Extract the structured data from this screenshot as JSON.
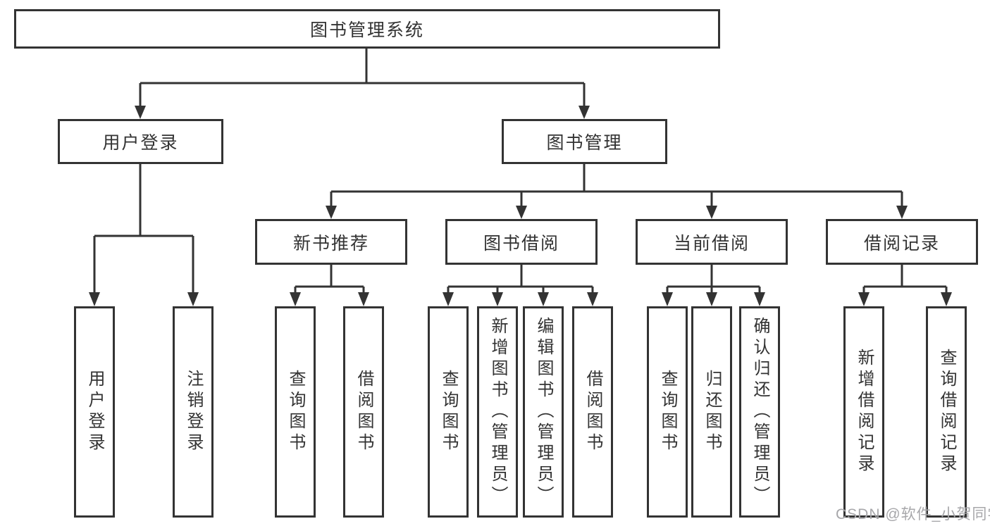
{
  "nodes": {
    "system": {
      "label": "图书管理系统"
    },
    "user_login": {
      "label": "用户登录"
    },
    "book_mgmt": {
      "label": "图书管理"
    },
    "new_book_rec": {
      "label": "新书推荐"
    },
    "book_borrow": {
      "label": "图书借阅"
    },
    "current_borrow": {
      "label": "当前借阅"
    },
    "borrow_records": {
      "label": "借阅记录"
    },
    "leaf_user_login": {
      "label": "用户登录"
    },
    "leaf_logout": {
      "label": "注销登录"
    },
    "leaf_rec_query_book": {
      "label": "查询图书"
    },
    "leaf_rec_borrow_book": {
      "label": "借阅图书"
    },
    "leaf_bb_query_book": {
      "label": "查询图书"
    },
    "leaf_bb_add_book": {
      "label": "新增图书（管理员）"
    },
    "leaf_bb_edit_book": {
      "label": "编辑图书（管理员）"
    },
    "leaf_bb_borrow_book": {
      "label": "借阅图书"
    },
    "leaf_cb_query_book": {
      "label": "查询图书"
    },
    "leaf_cb_return_book": {
      "label": "归还图书"
    },
    "leaf_cb_confirm_return": {
      "label": "确认归还（管理员）"
    },
    "leaf_br_add_record": {
      "label": "新增借阅记录"
    },
    "leaf_br_query_record": {
      "label": "查询借阅记录"
    }
  },
  "watermark": {
    "text": "CSDN @软件_小贺同学"
  },
  "style": {
    "line_color": "#333333",
    "box_border_color": "#333333",
    "text_color": "#333333",
    "watermark_color": "#a7a7aa",
    "background_color": "#ffffff"
  }
}
